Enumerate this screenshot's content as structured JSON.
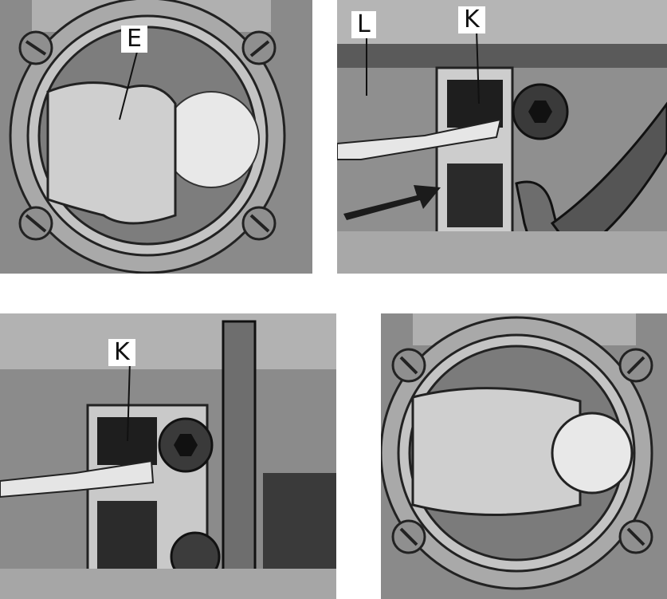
{
  "callouts": {
    "top_left": "E",
    "top_right_left": "L",
    "top_right_right": "K",
    "bottom_left": "K"
  },
  "colors": {
    "housing": "#8d8d8d",
    "rim": "#b9b9b9",
    "dark": "#262626",
    "light": "#e4e4e4",
    "arrow": "#1b1b1b"
  }
}
